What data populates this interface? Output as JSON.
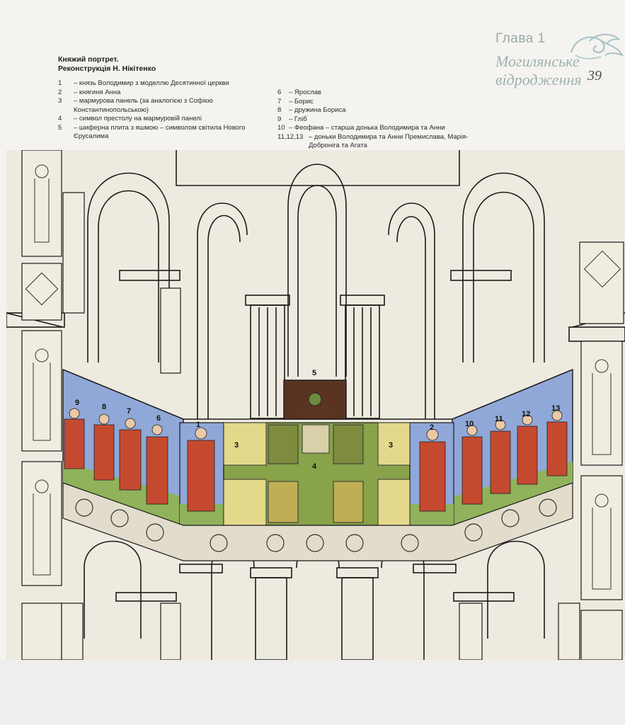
{
  "header": {
    "chapter_label": "Глава 1",
    "chapter_title_line1": "Могилянське",
    "chapter_title_line2": "відродження",
    "page_number": "39"
  },
  "caption": {
    "title_line1": "Княжий портрет.",
    "title_line2": "Реконструкція Н. Нікітенко"
  },
  "legend_left": [
    {
      "num": "1",
      "text": "– князь Володимир з моделлю Десятинної церкви"
    },
    {
      "num": "2",
      "text": "– княгиня Анна"
    },
    {
      "num": "3",
      "text": "– мармурова панель (за аналогією з Софією Константинопольською)"
    },
    {
      "num": "4",
      "text": "– символ престолу на мармуровій панелі"
    },
    {
      "num": "5",
      "text": "– шиферна плита з яшмою – символом світила Нового Єрусалима"
    }
  ],
  "legend_right": [
    {
      "num": "6",
      "text": "– Ярослав"
    },
    {
      "num": "7",
      "text": "– Борис"
    },
    {
      "num": "8",
      "text": "– дружина Бориса"
    },
    {
      "num": "9",
      "text": "– Гліб"
    },
    {
      "num": "10",
      "text": "– Феофана – старша донька Володимира та Анни"
    },
    {
      "num": "11,12,13",
      "text": "– доньки Володимира та Анни Премислава, Марія-Доброніга та Агата"
    }
  ],
  "figure_labels": {
    "l1": "1",
    "l2": "2",
    "l3a": "3",
    "l3b": "3",
    "l4": "4",
    "l5": "5",
    "l6": "6",
    "l7": "7",
    "l8": "8",
    "l9": "9",
    "l10": "10",
    "l11": "11",
    "l12": "12",
    "l13": "13"
  },
  "colors": {
    "fresco_blue": "#8fa8d8",
    "fresco_green": "#8fb25a",
    "panel_yellow": "#e4d98a",
    "robe_red": "#c4492e",
    "slab_brown": "#5a3322",
    "line": "#1a1a1a"
  }
}
